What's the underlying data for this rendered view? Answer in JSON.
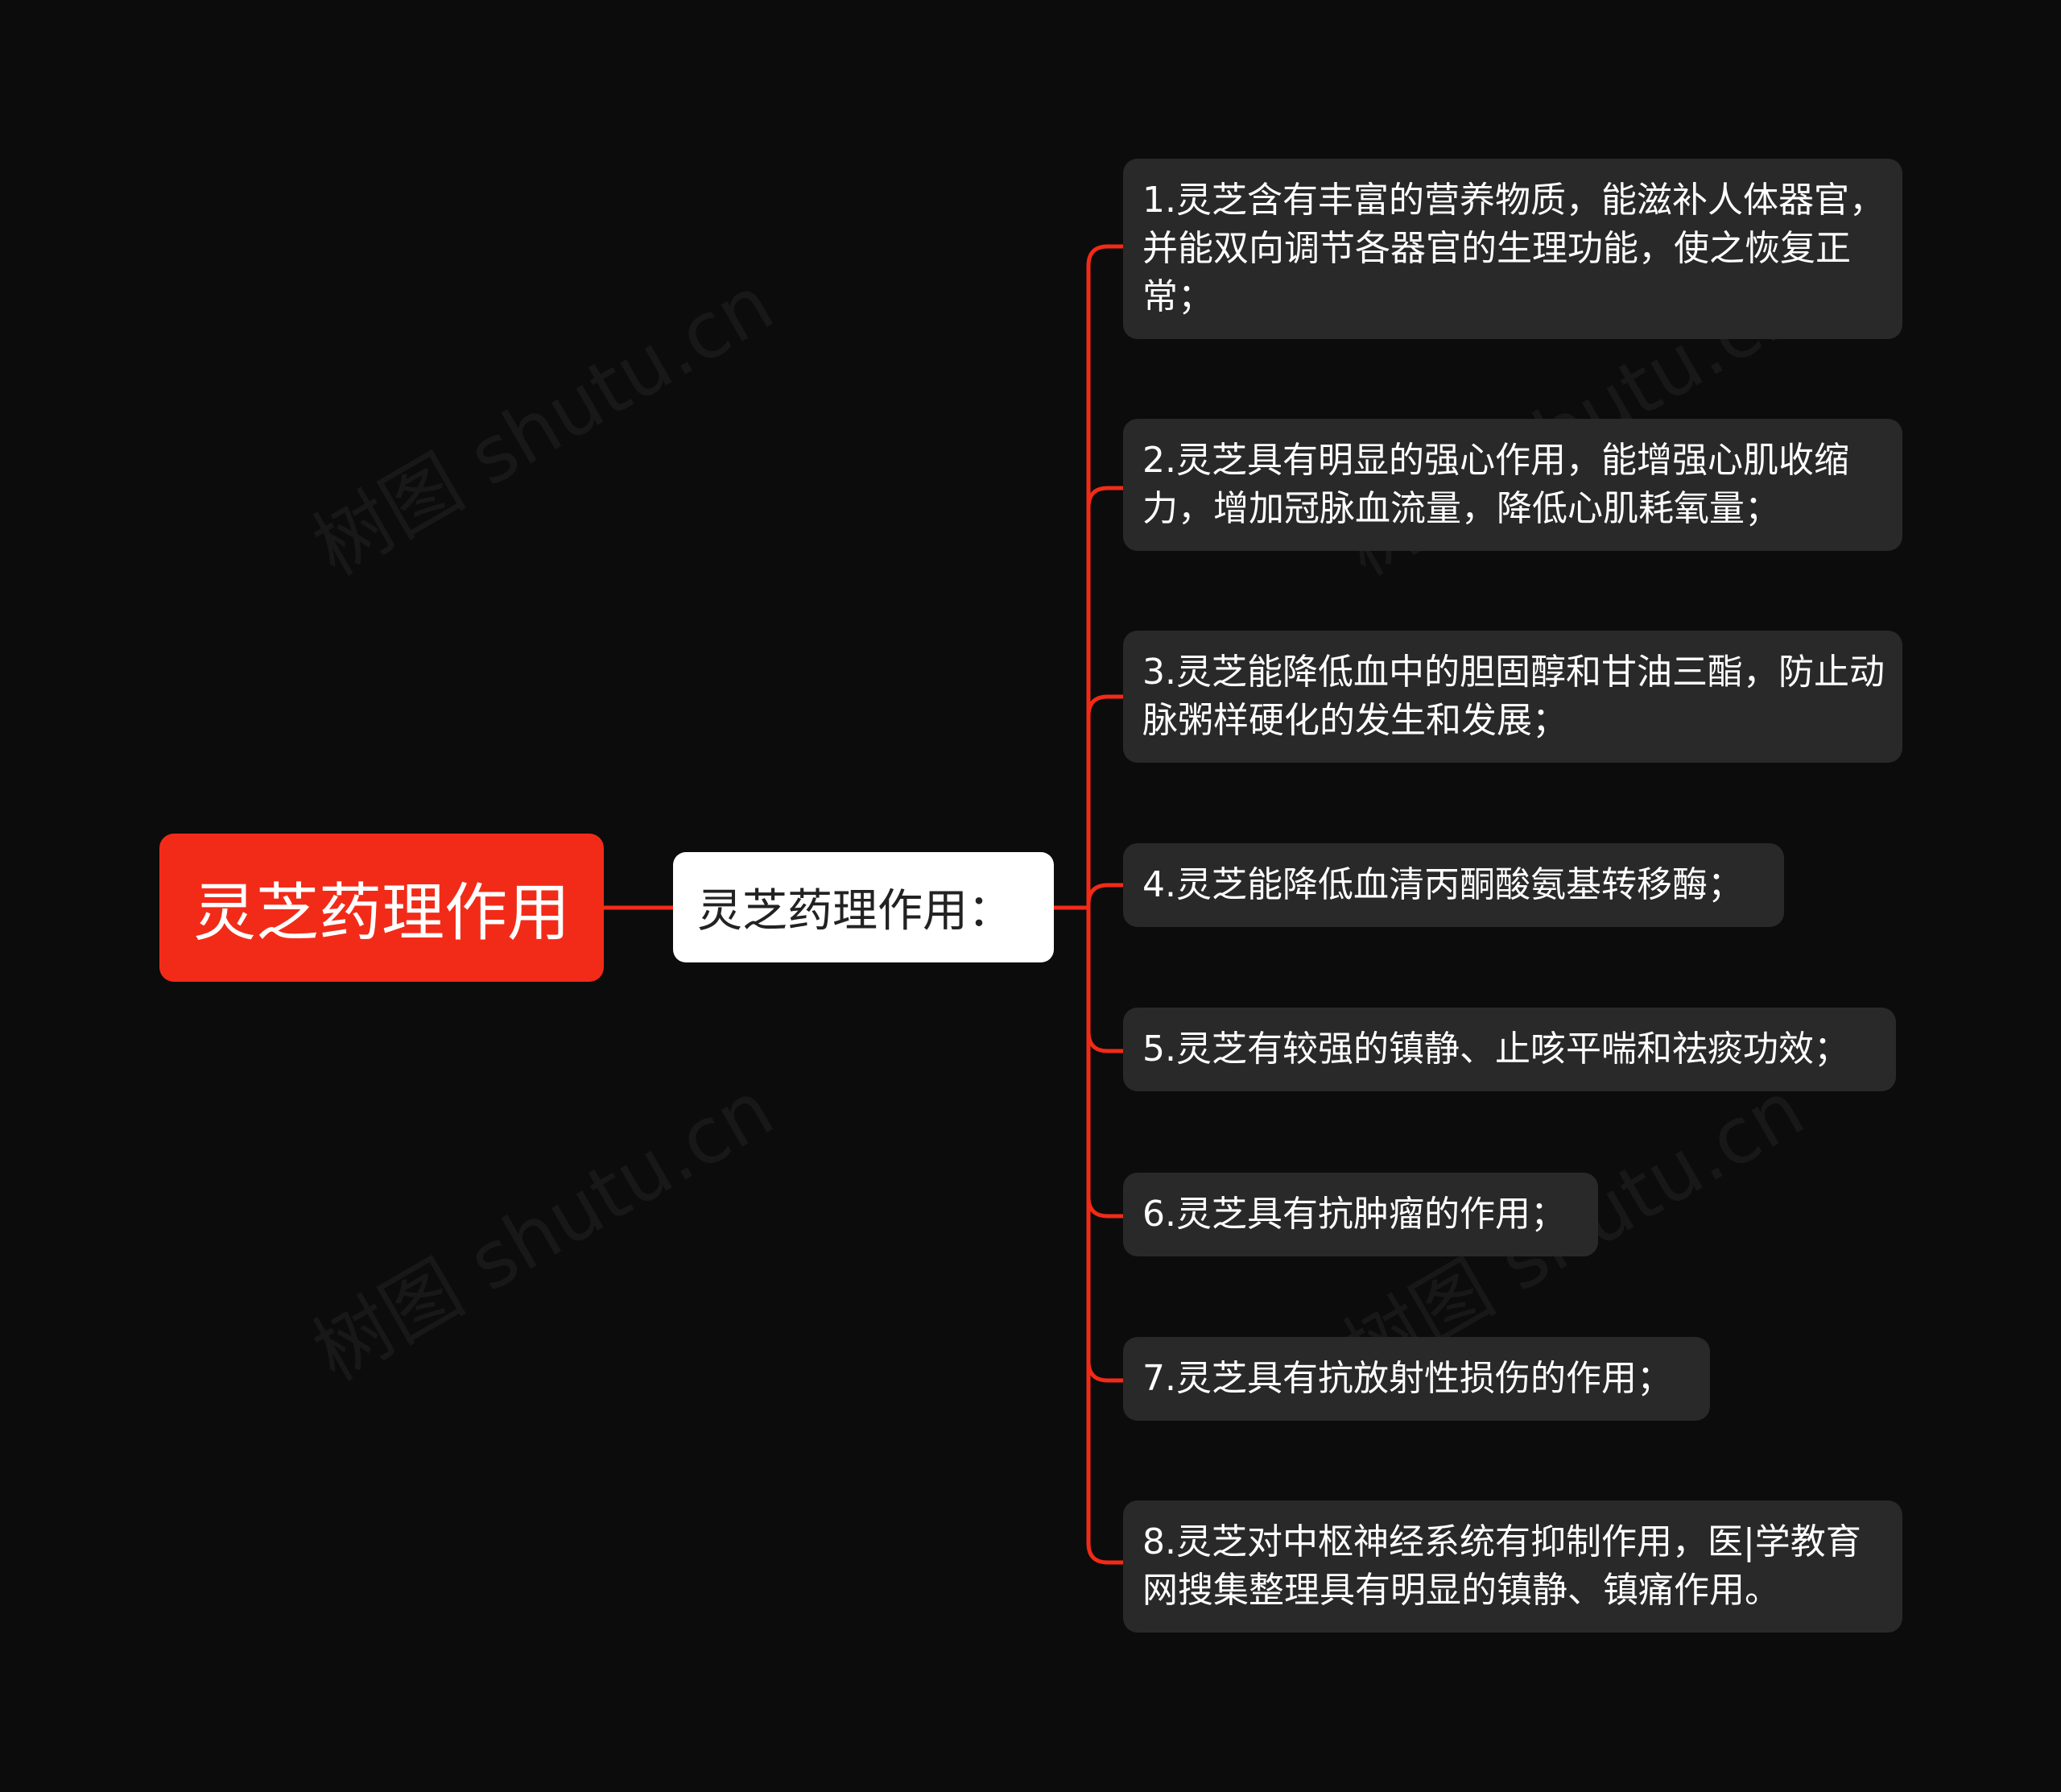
{
  "watermark": {
    "text": "树图 shutu.cn"
  },
  "colors": {
    "background": "#0c0c0c",
    "accent": "#f22b18",
    "leaf_background": "#292929",
    "mid_background": "#ffffff"
  },
  "root": {
    "label": "灵芝药理作用"
  },
  "mid": {
    "label": "灵芝药理作用："
  },
  "leaves": [
    {
      "label": "1.灵芝含有丰富的营养物质，能滋补人体器官，并能双向调节各器官的生理功能，使之恢复正常；"
    },
    {
      "label": "2.灵芝具有明显的强心作用，能增强心肌收缩力，增加冠脉血流量，降低心肌耗氧量；"
    },
    {
      "label": "3.灵芝能降低血中的胆固醇和甘油三酯，防止动脉粥样硬化的发生和发展；"
    },
    {
      "label": "4.灵芝能降低血清丙酮酸氨基转移酶；"
    },
    {
      "label": "5.灵芝有较强的镇静、止咳平喘和祛痰功效；"
    },
    {
      "label": "6.灵芝具有抗肿瘤的作用；"
    },
    {
      "label": "7.灵芝具有抗放射性损伤的作用；"
    },
    {
      "label": "8.灵芝对中枢神经系统有抑制作用，医|学教育网搜集整理具有明显的镇静、镇痛作用。"
    }
  ]
}
